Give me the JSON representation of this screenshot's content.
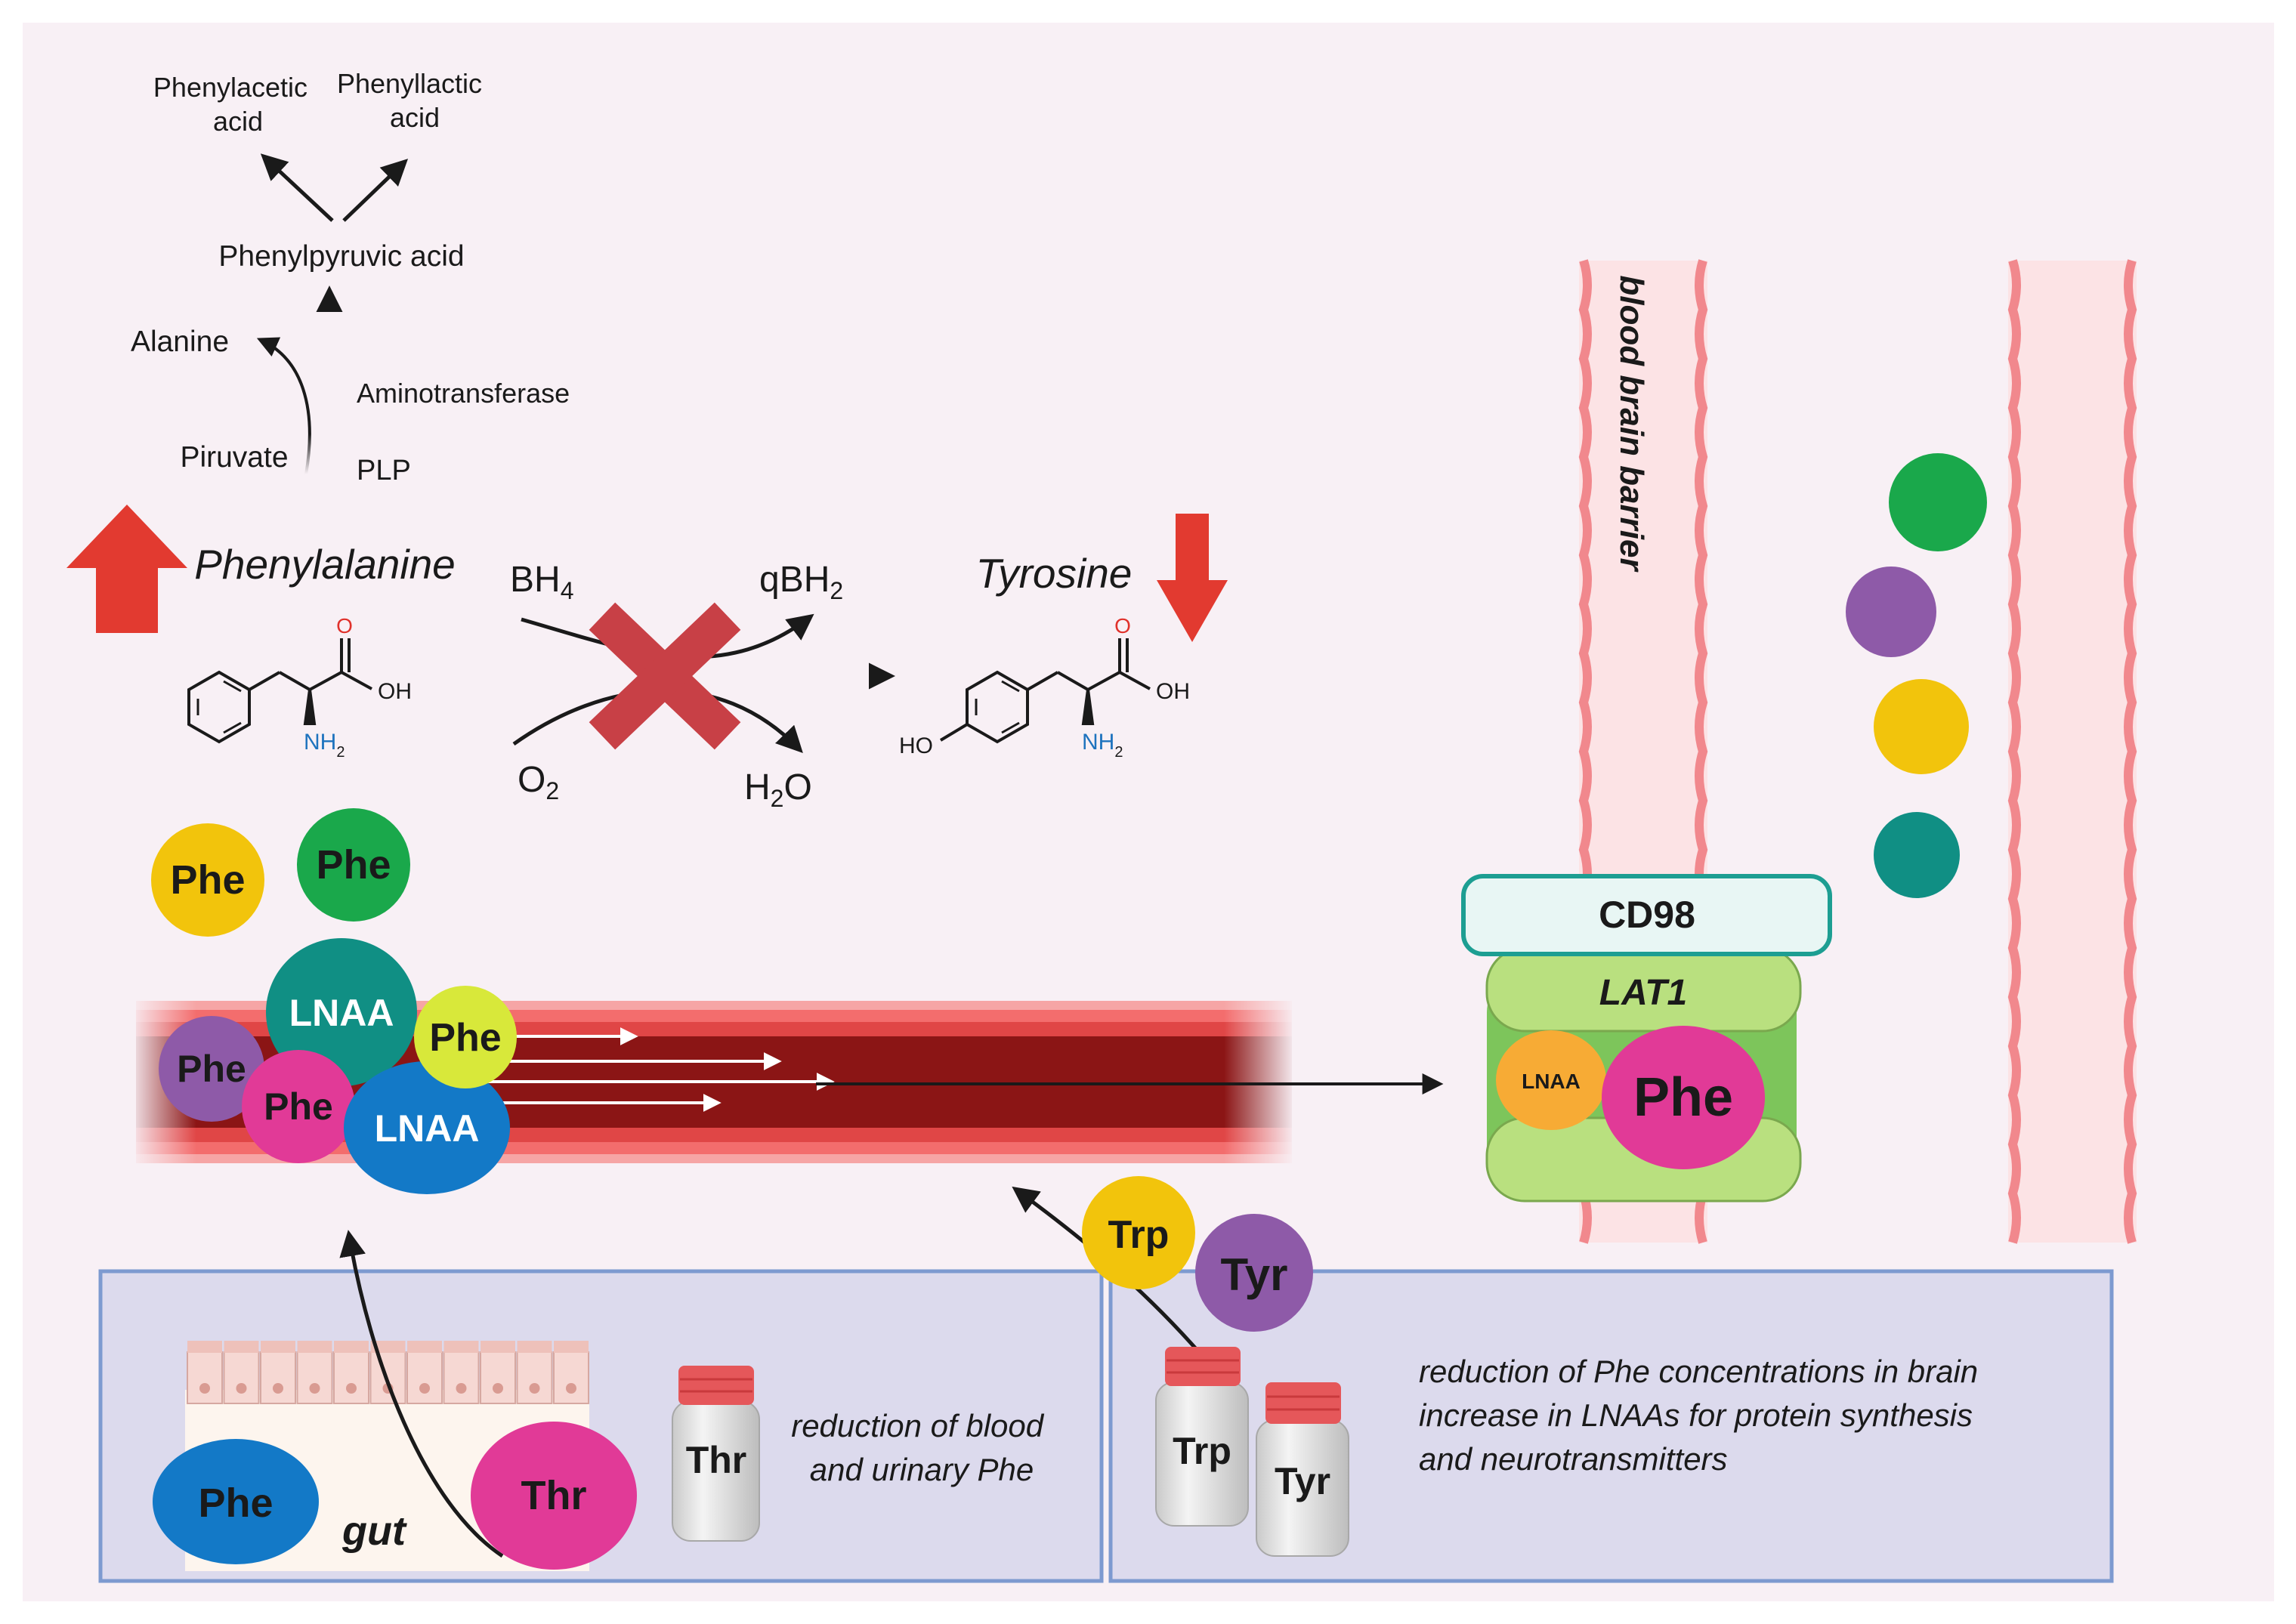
{
  "colors": {
    "background": "#f8f0f5",
    "bubble_green": "#1aa84b",
    "bubble_yellow": "#f2c40c",
    "bubble_lime": "#d8e83a",
    "bubble_purple": "#8e5aa8",
    "bubble_teal": "#108f84",
    "bubble_blue": "#1379c7",
    "bubble_magenta": "#e13a97",
    "bubble_orange": "#f7ab35",
    "vessel_dark": "#8b1515",
    "vessel_light": "#f36d6d",
    "red_arrow": "#e23a30",
    "block_cross": "#c84046",
    "barrier_fill": "#fce3e5",
    "barrier_edge": "#f1888d",
    "lat1_green": "#b9e07f",
    "cd98_fill": "#e8f6f4",
    "cd98_stroke": "#1d9e92",
    "panel_fill": "#dcdaed",
    "panel_stroke": "#7d9ad0"
  },
  "pathway": {
    "phenylacetic": [
      "Phenylacetic",
      "acid"
    ],
    "phenyllactic": [
      "Phenyllactic",
      "acid"
    ],
    "phenylpyruvic": "Phenylpyruvic acid",
    "alanine": "Alanine",
    "aminotransferase": "Aminotransferase",
    "piruvate": "Piruvate",
    "plp": "PLP"
  },
  "reaction": {
    "substrate": "Phenylalanine",
    "product": "Tyrosine",
    "cofactor_in": "BH",
    "cofactor_in_sub": "4",
    "cofactor_out": "qBH",
    "cofactor_out_sub": "2",
    "oxygen": "O",
    "oxygen_sub": "2",
    "water_a": "H",
    "water_sub": "2",
    "water_b": "O"
  },
  "molecule_labels": {
    "o": "O",
    "oh": "OH",
    "ho": "HO",
    "nh": "NH",
    "nh_sub": "2"
  },
  "bubbles": {
    "phe": "Phe",
    "lnaa": "LNAA",
    "trp": "Trp",
    "tyr": "Tyr",
    "thr": "Thr"
  },
  "barrier": {
    "label": "blood brain barrier",
    "cd98": "CD98",
    "lat1": "LAT1"
  },
  "panel_left": {
    "gut_label": "gut",
    "bottle_label": "Thr",
    "text": [
      "reduction of blood",
      "and urinary Phe"
    ]
  },
  "panel_right": {
    "bottle_trp": "Trp",
    "bottle_tyr": "Tyr",
    "text": [
      "reduction of Phe concentrations in brain",
      "increase in LNAAs for protein synthesis",
      "and neurotransmitters"
    ]
  }
}
